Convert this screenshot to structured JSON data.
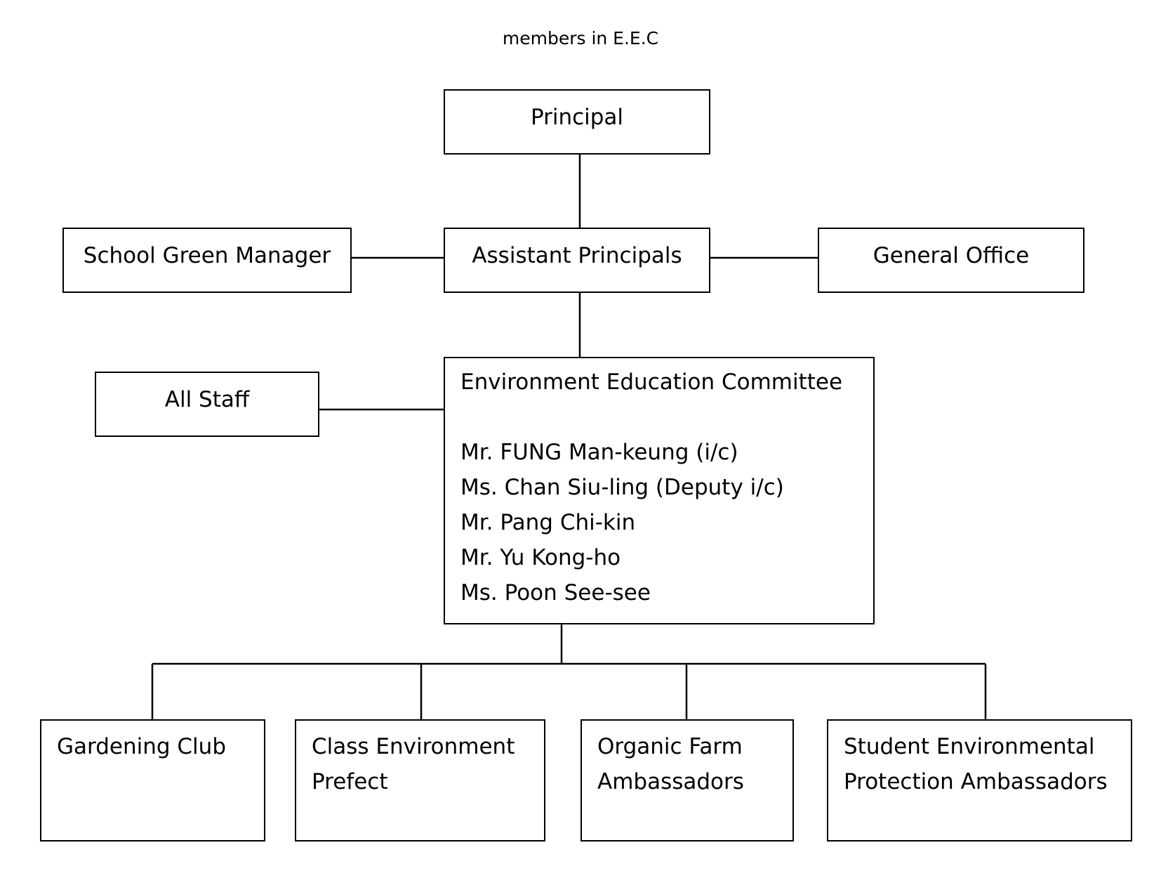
{
  "title": "members in E.E.C",
  "nodes": {
    "principal": "Principal",
    "assistant_principals": "Assistant Principals",
    "school_green_manager": "School Green Manager",
    "general_office": "General Office",
    "all_staff": "All Staff",
    "eec": {
      "title": "Environment Education Committee",
      "members": [
        "Mr. FUNG Man-keung (i/c)",
        "Ms. Chan Siu-ling (Deputy i/c)",
        "Mr. Pang Chi-kin",
        "Mr. Yu Kong-ho",
        "Ms. Poon See-see"
      ]
    },
    "gardening_club": "Gardening Club",
    "class_environment_prefect": "Class Environment Prefect",
    "organic_farm_ambassadors": "Organic Farm Ambassadors",
    "student_env_protection_ambassadors": "Student Environmental Protection Ambassadors"
  }
}
